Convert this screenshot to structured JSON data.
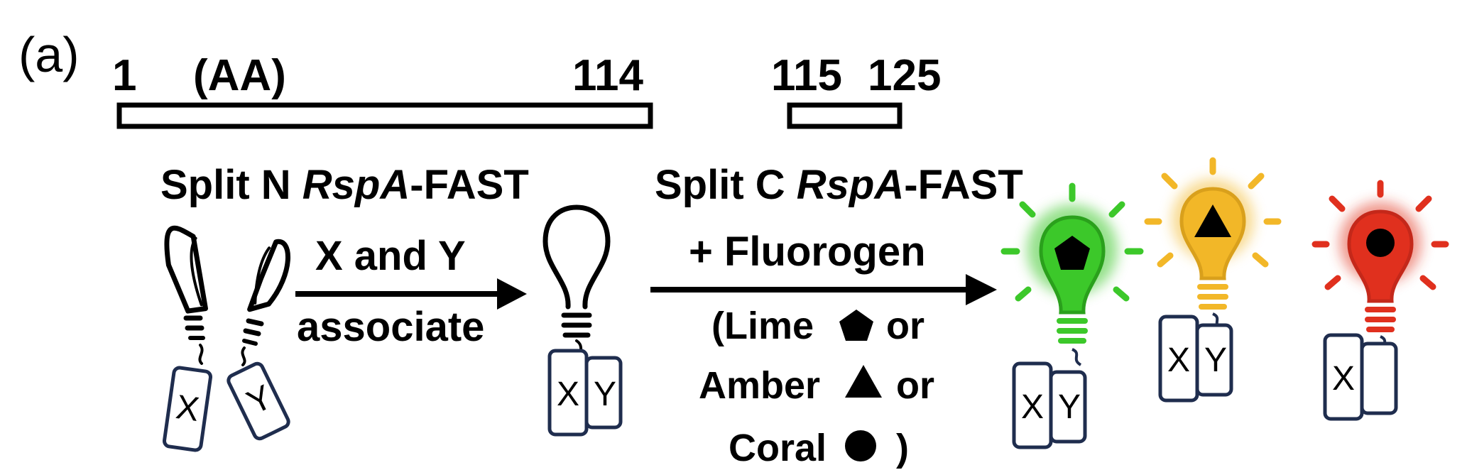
{
  "panel_label": "(a)",
  "sequence": {
    "start": "1",
    "unit": "(AA)",
    "n_end": "114",
    "c_start": "115",
    "c_end": "125"
  },
  "split_n": {
    "prefix": "Split N ",
    "italic": "RspA",
    "suffix": "-FAST"
  },
  "split_c": {
    "prefix": "Split C ",
    "italic": "RspA",
    "suffix": "-FAST"
  },
  "step1": {
    "line1": "X and Y",
    "line2": "associate"
  },
  "step2": {
    "line1": "+ Fluorogen",
    "open": "(Lime",
    "or1": "or",
    "amber": "Amber",
    "or2": "or",
    "coral": "Coral",
    "close": ")"
  },
  "fragments": {
    "x": "X",
    "y": "Y"
  },
  "colors": {
    "lime": "#3cc82a",
    "amber": "#f2b728",
    "coral": "#e0301e",
    "frame": "#1f2d4e"
  },
  "icons": [
    "split-bulb-icon",
    "bulb-icon",
    "pentagon-icon",
    "triangle-icon",
    "circle-icon"
  ]
}
